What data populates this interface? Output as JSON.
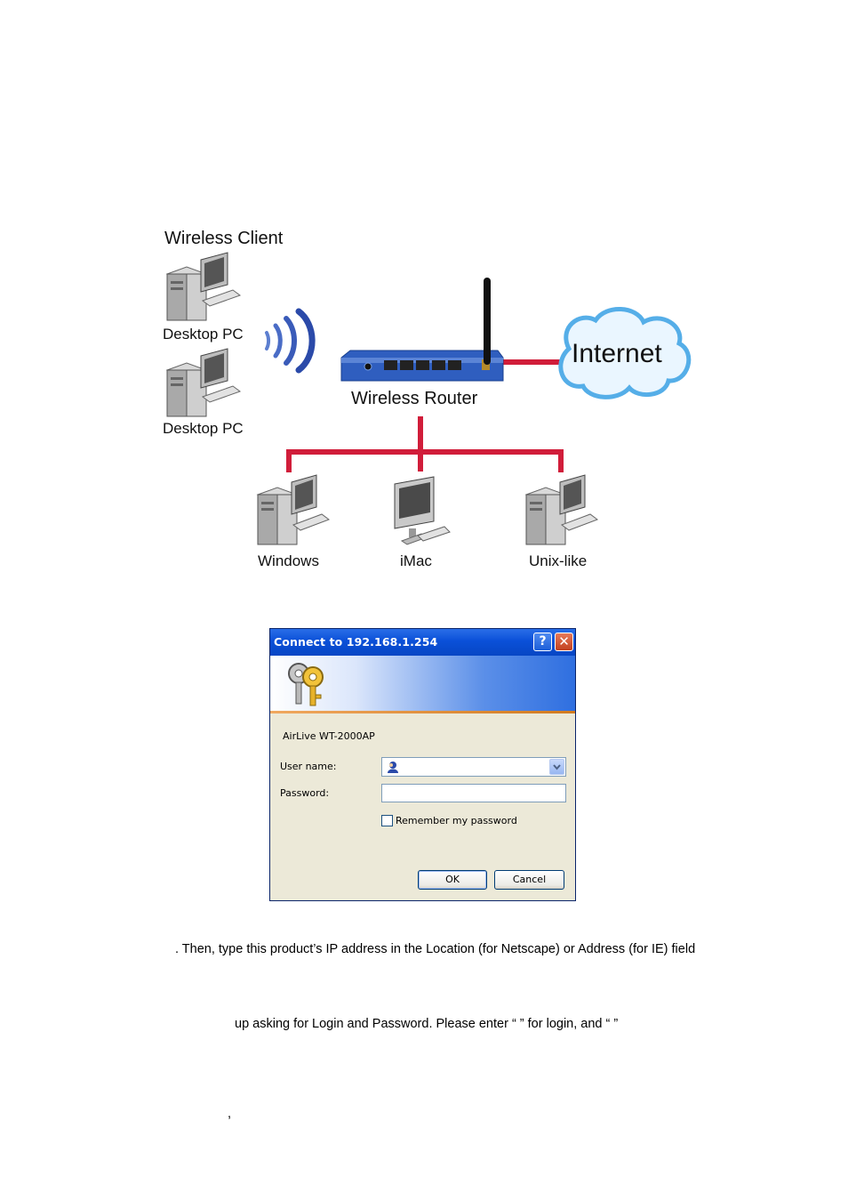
{
  "diagram": {
    "wireless_client_title": "Wireless Client",
    "desktop_pc_1": "Desktop PC",
    "desktop_pc_2": "Desktop PC",
    "router_label": "Wireless Router",
    "internet_label": "Internet",
    "client_windows": "Windows",
    "client_imac": "iMac",
    "client_unix": "Unix-like",
    "colors": {
      "link_red": "#d11d3a",
      "router_blue": "#2f5ebf",
      "cloud_blue": "#5fb6ee"
    }
  },
  "dialog": {
    "title": "Connect to 192.168.1.254",
    "help_glyph": "?",
    "close_glyph": "✕",
    "realm": "AirLive WT-2000AP",
    "username_label": "User name:",
    "username_value": "",
    "password_label": "Password:",
    "password_value": "",
    "remember_label": "Remember my password",
    "remember_checked": false,
    "ok_label": "OK",
    "cancel_label": "Cancel",
    "icons": [
      "keys-icon",
      "user-icon",
      "chevron-down-icon"
    ]
  },
  "body": {
    "line1": ". Then, type this product’s IP address in the Location (for Netscape) or Address (for IE) field",
    "line2": "up asking for Login and Password.    Please enter “          ” for login, and “           ”",
    "line3": ","
  }
}
